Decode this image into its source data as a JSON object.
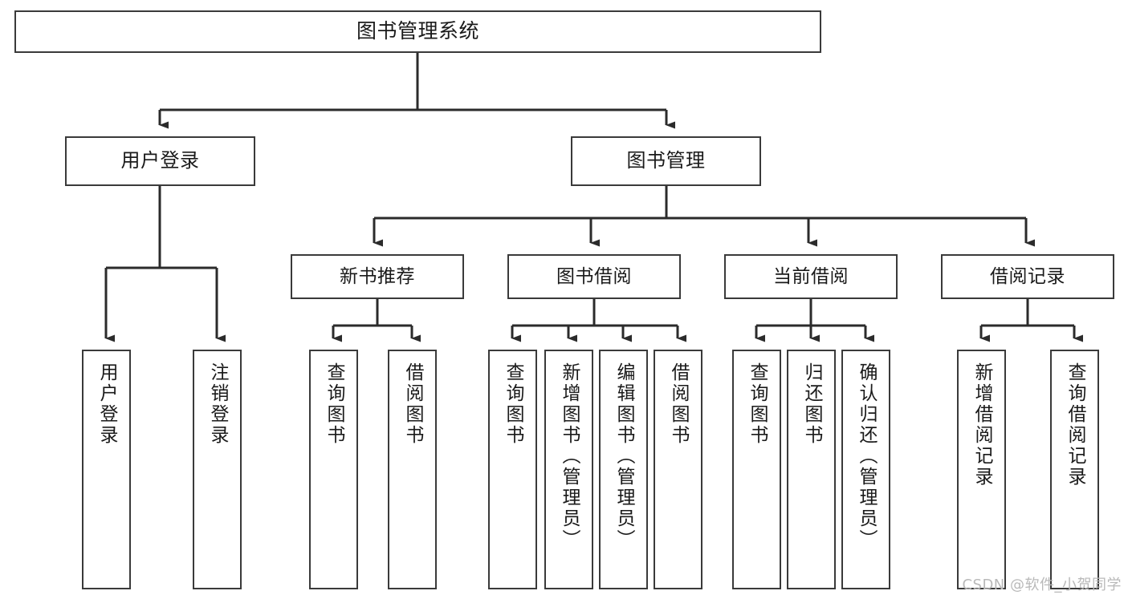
{
  "diagram": {
    "type": "tree",
    "title": "图书管理系统",
    "colors": {
      "box_stroke": "#3a3a3a",
      "box_fill": "#ffffff",
      "connector": "#2b2b2b",
      "text": "#1a1a1a",
      "watermark": "#b9b9b9",
      "background": "#ffffff"
    },
    "root": {
      "label": "图书管理系统"
    },
    "level1": [
      {
        "label": "用户登录"
      },
      {
        "label": "图书管理"
      }
    ],
    "level2": [
      {
        "label": "新书推荐"
      },
      {
        "label": "图书借阅"
      },
      {
        "label": "当前借阅"
      },
      {
        "label": "借阅记录"
      }
    ],
    "leaves": {
      "user_login": [
        {
          "label": "用户登录"
        },
        {
          "label": "注销登录"
        }
      ],
      "new_book_recommend": [
        {
          "label": "查询图书"
        },
        {
          "label": "借阅图书"
        }
      ],
      "book_borrow": [
        {
          "label": "查询图书"
        },
        {
          "label": "新增图书（管理员）"
        },
        {
          "label": "编辑图书（管理员）"
        },
        {
          "label": "借阅图书"
        }
      ],
      "current_borrow": [
        {
          "label": "查询图书"
        },
        {
          "label": "归还图书"
        },
        {
          "label": "确认归还（管理员）"
        }
      ],
      "borrow_record": [
        {
          "label": "新增借阅记录"
        },
        {
          "label": "查询借阅记录"
        }
      ]
    }
  },
  "watermark": {
    "text": "CSDN @软件_小贺同学"
  }
}
